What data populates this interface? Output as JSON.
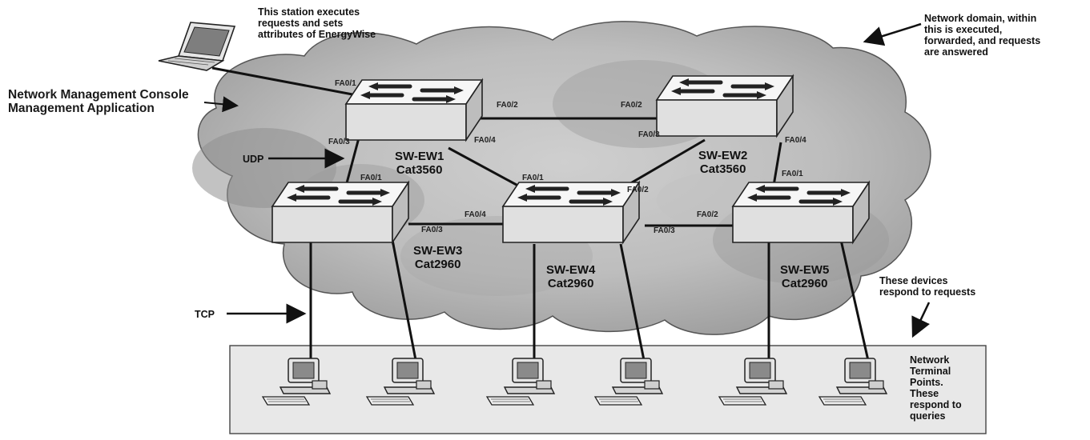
{
  "annotations": {
    "station_note": [
      "This station executes",
      "requests and sets",
      "attributes of EnergyWise"
    ],
    "domain_note": [
      "Network domain, within",
      "this is executed,",
      "forwarded, and requests",
      "are answered"
    ],
    "console_title": [
      "Network Management Console",
      "Management Application"
    ],
    "udp_label": "UDP",
    "tcp_label": "TCP",
    "devices_note": [
      "These devices",
      "respond to requests"
    ],
    "terminals_note": [
      "Network",
      "Terminal",
      "Points.",
      "These",
      "respond to",
      "queries"
    ]
  },
  "switches": [
    {
      "id": "sw1",
      "name": "SW-EW1",
      "model": "Cat3560"
    },
    {
      "id": "sw2",
      "name": "SW-EW2",
      "model": "Cat3560"
    },
    {
      "id": "sw3",
      "name": "SW-EW3",
      "model": "Cat2960"
    },
    {
      "id": "sw4",
      "name": "SW-EW4",
      "model": "Cat2960"
    },
    {
      "id": "sw5",
      "name": "SW-EW5",
      "model": "Cat2960"
    }
  ],
  "ports": {
    "sw1_fa01": "FA0/1",
    "sw1_fa02": "FA0/2",
    "sw1_fa03": "FA0/3",
    "sw1_fa04": "FA0/4",
    "sw2_fa02": "FA0/2",
    "sw2_fa03": "FA0/3",
    "sw2_fa04": "FA0/4",
    "sw3_fa01": "FA0/1",
    "sw3_fa03": "FA0/3",
    "sw4_fa01": "FA0/1",
    "sw4_fa02": "FA0/2",
    "sw4_fa04": "FA0/4",
    "sw4_fa03": "FA0/3",
    "sw5_fa01": "FA0/1",
    "sw5_fa02": "FA0/2"
  },
  "colors": {
    "cloud_light": "#d6d6d6",
    "cloud_dark": "#9a9a9a",
    "switch_face": "#f4f4f4",
    "switch_side": "#cfcfcf",
    "terminal_box": "#e8e8e8",
    "link": "#111111"
  }
}
